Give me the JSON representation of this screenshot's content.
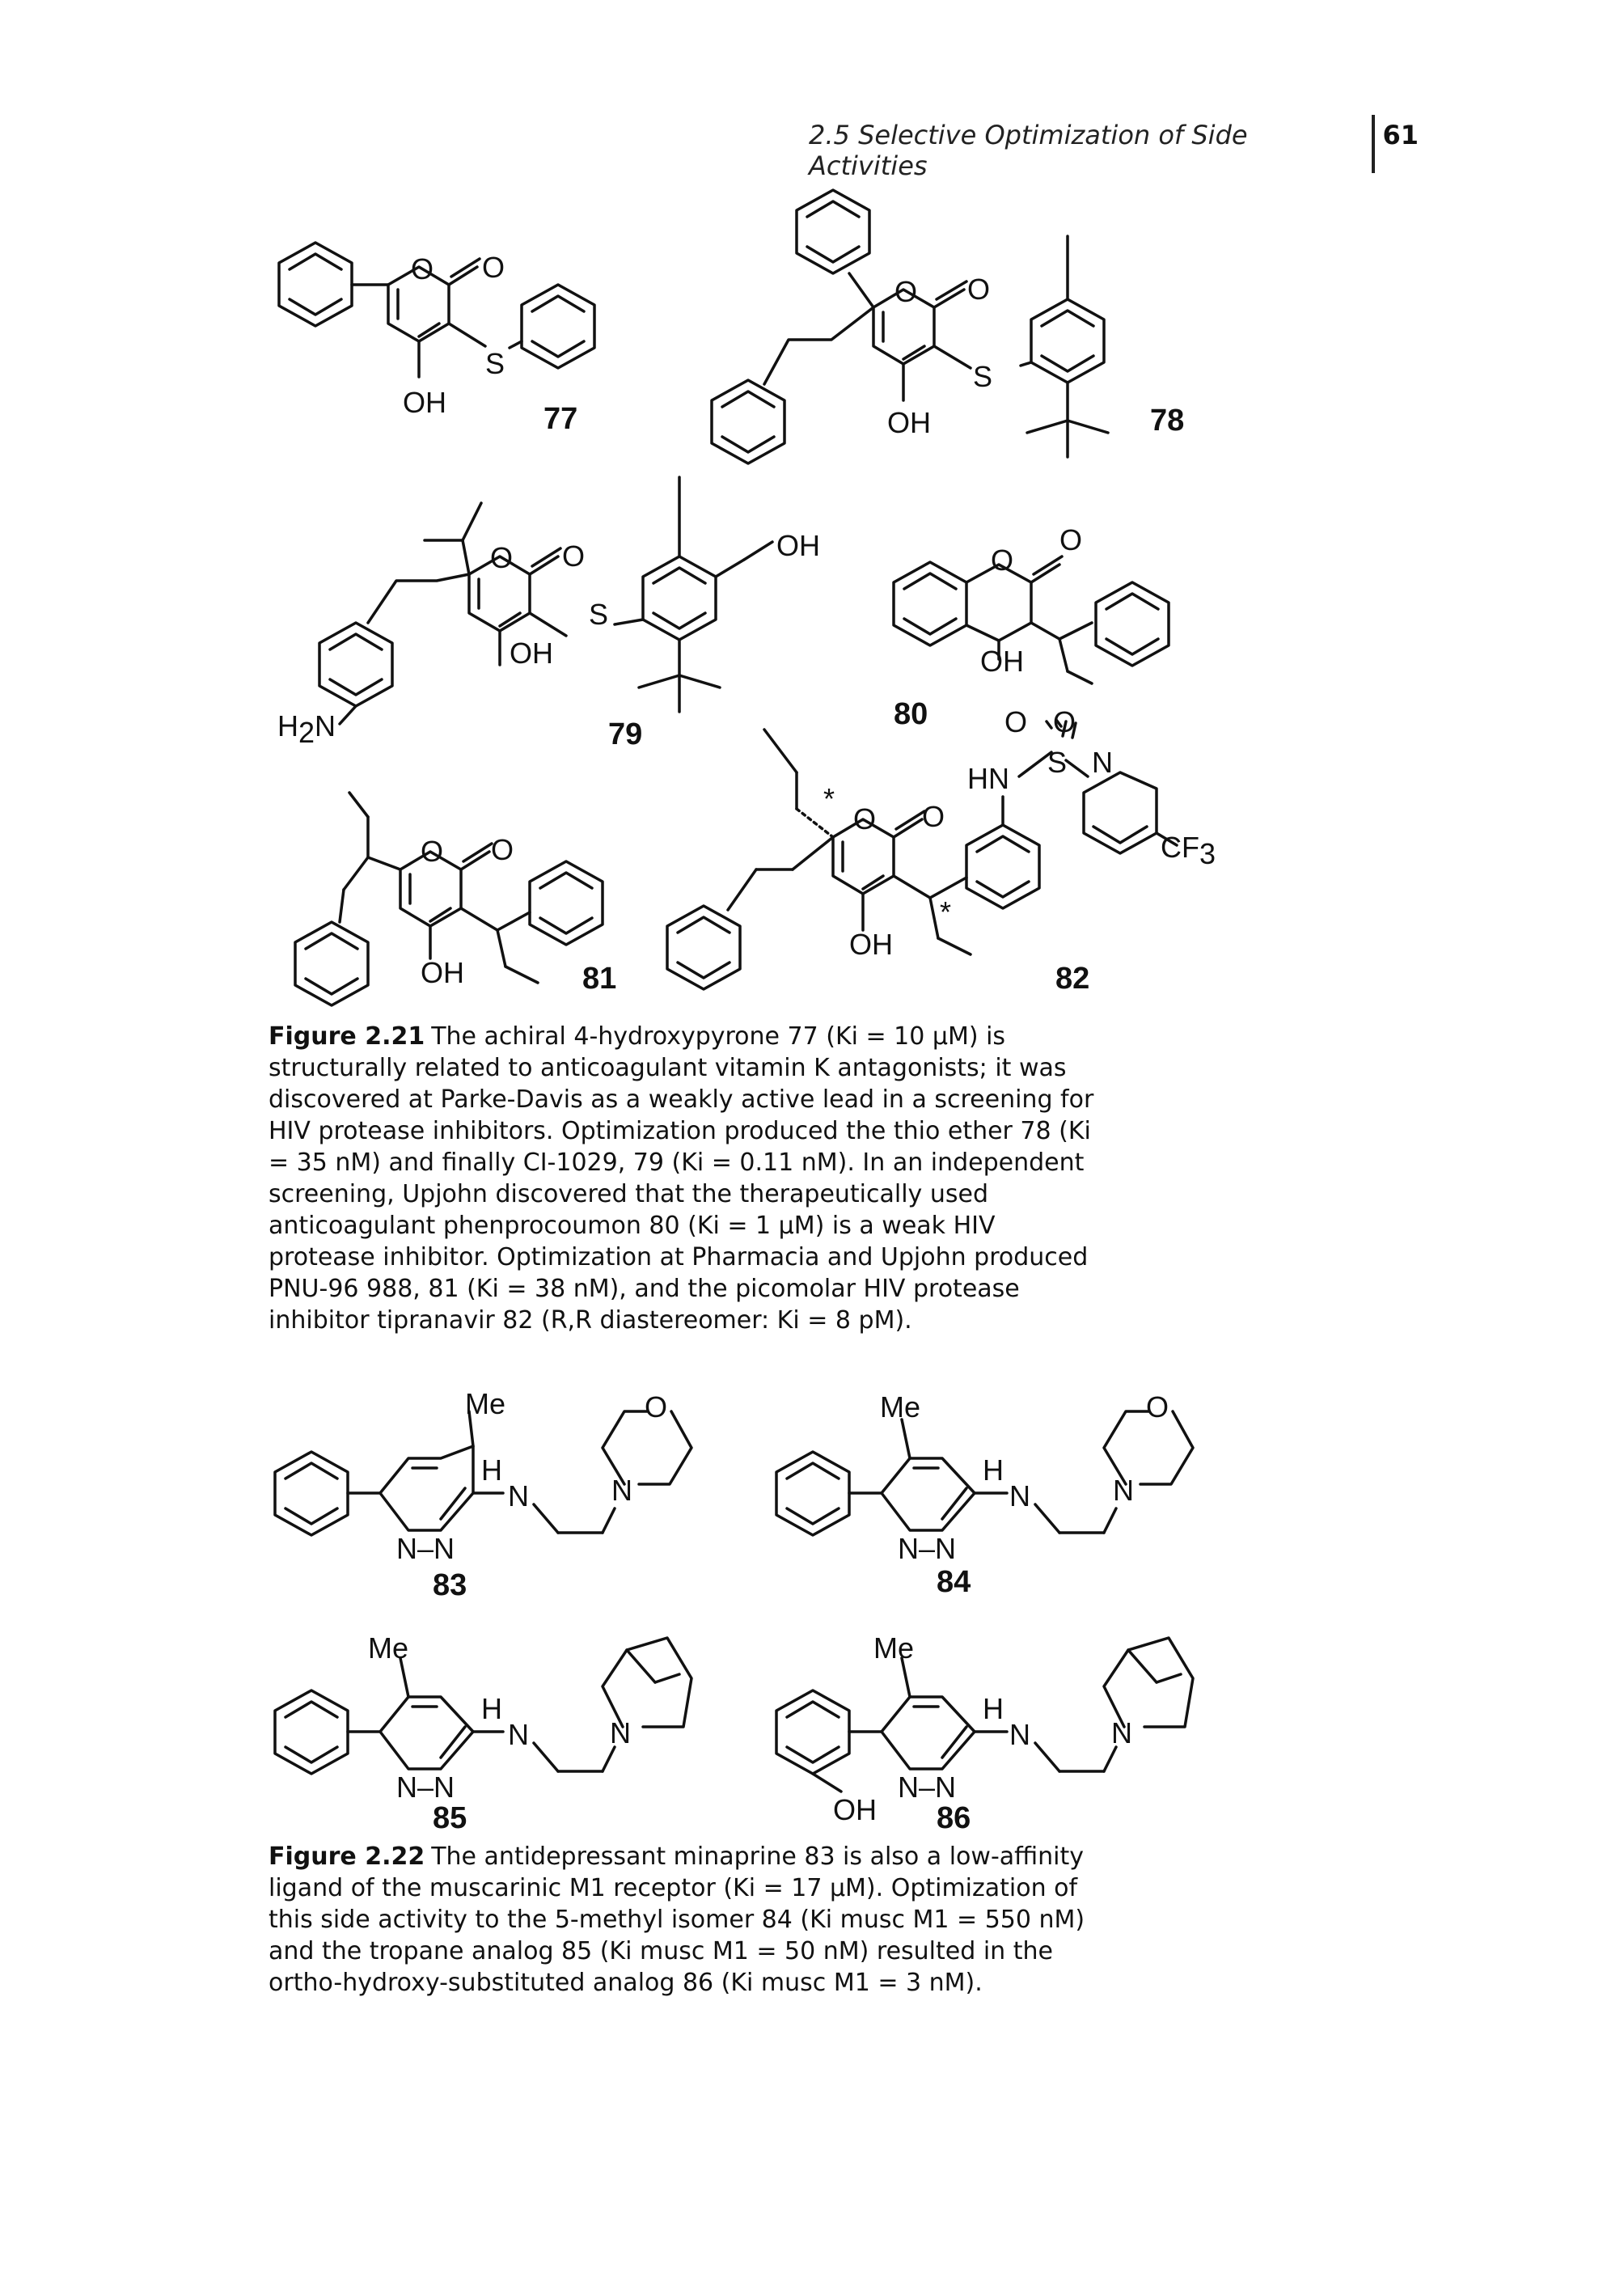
{
  "header": {
    "running_head": "2.5 Selective Optimization of Side Activities",
    "page_number": "61"
  },
  "figure_1": {
    "compounds": [
      "77",
      "78",
      "79",
      "80",
      "81",
      "82"
    ],
    "atoms": {
      "O": "O",
      "OH": "OH",
      "S": "S",
      "H2N_prefix": "H",
      "H2N_sub": "2",
      "H2N_suffix": "N",
      "HN": "HN",
      "N": "N",
      "CF3_prefix": "CF",
      "CF3_sub": "3",
      "stereo": "*"
    },
    "caption_label": "Figure 2.21",
    "caption_text": "The achiral 4-hydroxypyrone 77 (Ki = 10 μM) is structurally related to anticoagulant vitamin K antagonists; it was discovered at Parke-Davis as a weakly active lead in a screening for HIV protease inhibitors. Optimization produced the thio ether 78 (Ki = 35 nM) and finally CI-1029, 79 (Ki = 0.11 nM). In an independent screening, Upjohn discovered that the therapeutically used anticoagulant phenprocoumon 80 (Ki = 1 μM) is a weak HIV protease inhibitor. Optimization at Pharmacia and Upjohn produced PNU-96 988, 81 (Ki = 38 nM), and the picomolar HIV protease inhibitor tipranavir 82 (R,R diastereomer: Ki = 8 pM)."
  },
  "figure_2": {
    "compounds": [
      "83",
      "84",
      "85",
      "86"
    ],
    "atoms": {
      "Me": "Me",
      "H": "H",
      "N": "N",
      "NN": "N–N",
      "O": "O",
      "OH": "OH"
    },
    "caption_label": "Figure 2.22",
    "caption_text": "The antidepressant minaprine 83 is also a low-affinity ligand of the muscarinic M1 receptor (Ki = 17 μM). Optimization of this side activity to the 5-methyl isomer 84 (Ki musc M1 = 550 nM) and the tropane analog 85 (Ki musc M1 = 50 nM) resulted in the ortho-hydroxy-substituted analog 86 (Ki musc M1 = 3 nM)."
  }
}
